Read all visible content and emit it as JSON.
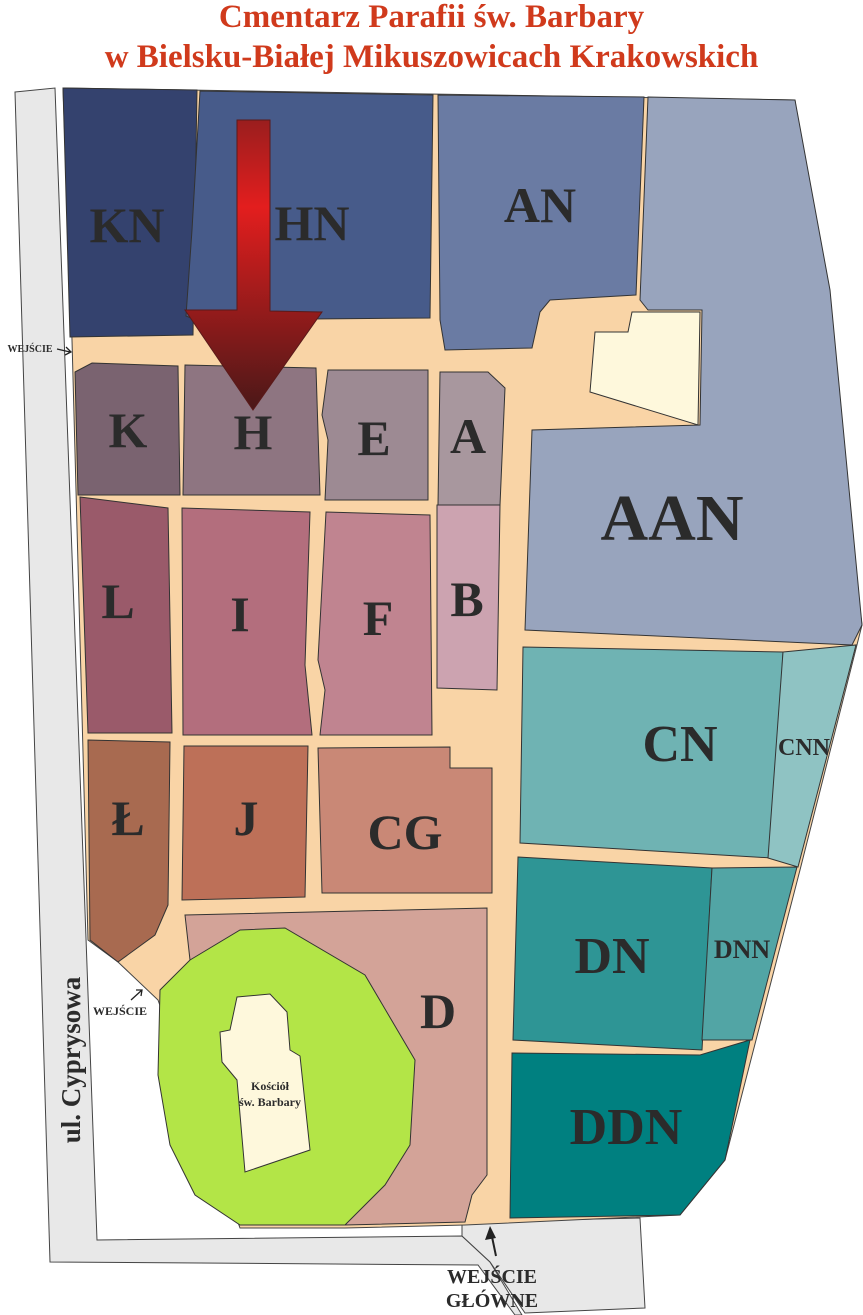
{
  "title": {
    "line1": "Cmentarz Parafii św. Barbary",
    "line2": "w Bielsku-Białej Mikuszowicach Krakowskich"
  },
  "street": "ul. Cyprysowa",
  "entrances": {
    "west_top": "WEJŚCIE",
    "west_bottom": "WEJŚCIE",
    "main_line1": "WEJŚCIE",
    "main_line2": "GŁÓWNE"
  },
  "church": {
    "line1": "Kościół",
    "line2": "św. Barbary"
  },
  "sections": {
    "KN": "KN",
    "HN": "HN",
    "AN": "AN",
    "AAN": "AAN",
    "K": "K",
    "H": "H",
    "E": "E",
    "A": "A",
    "B": "B",
    "L": "L",
    "I": "I",
    "F": "F",
    "L2": "Ł",
    "J": "J",
    "CG": "CG",
    "D": "D",
    "CN": "CN",
    "CNN": "CNN",
    "DN": "DN",
    "DNN": "DNN",
    "DDN": "DDN"
  },
  "colors": {
    "title": "#d03a1c",
    "path": "#f9d4a6",
    "street": "#e8e8e8",
    "arrow": "#e01c1c",
    "green": "#b3e547",
    "church": "#fef8dc"
  }
}
